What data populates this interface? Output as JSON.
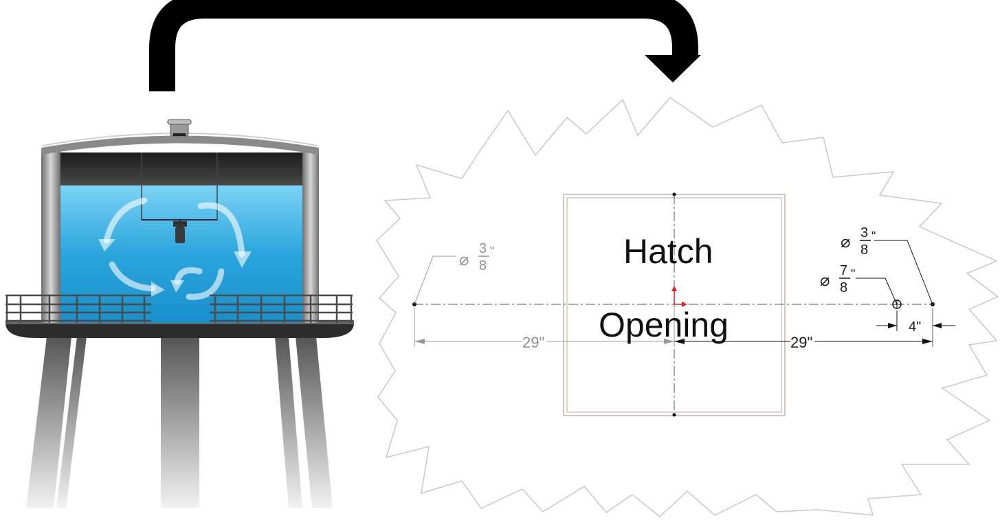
{
  "labels": {
    "hatch_line1": "Hatch",
    "hatch_line2": "Opening"
  },
  "dimensions": {
    "left_distance": "29\"",
    "right_distance": "29\"",
    "offset": "4\"",
    "left_hole": {
      "symbol": "⌀",
      "numerator": "3",
      "denominator": "8",
      "unit": "\""
    },
    "right_hole": {
      "symbol": "⌀",
      "numerator": "3",
      "denominator": "8",
      "unit": "\""
    },
    "center_hole": {
      "symbol": "⌀",
      "numerator": "7",
      "denominator": "8",
      "unit": "\""
    }
  },
  "colors": {
    "water": "#2aa5dc",
    "arrow": "#000000",
    "outline": "#c8c8c8",
    "hatch_frame": "#cfc5c0",
    "dim_gray": "#8f8f8f",
    "origin_red": "#e02020"
  },
  "icons": {
    "transfer_arrow": "curved-arrow-icon",
    "circulation": "circulation-arrows-icon"
  }
}
